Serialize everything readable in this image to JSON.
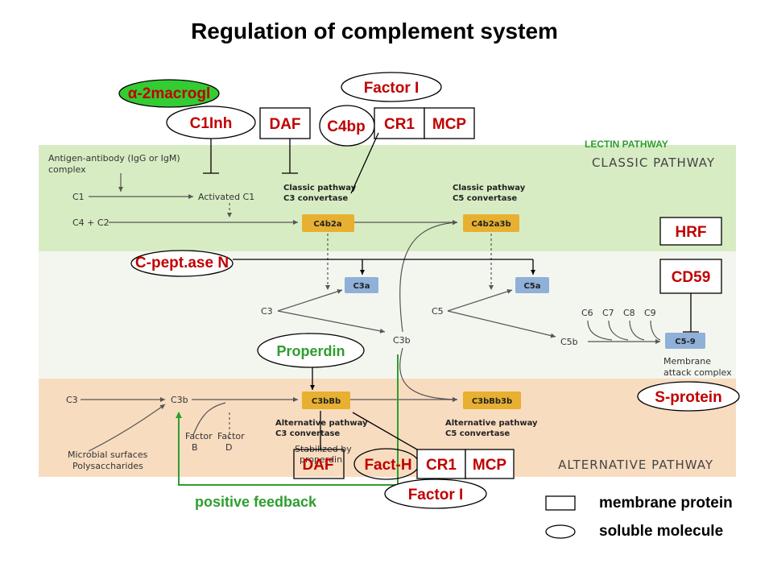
{
  "title": "Regulation of complement system",
  "colors": {
    "regulator_text": "#c00000",
    "feedback_green": "#2e9e2e",
    "classic_band": "#d8ecc4",
    "middle_band": "#f3f6ee",
    "alt_band": "#f8dcc0",
    "convertase_node": "#e8b030",
    "cleavage_node": "#8fb0d8"
  },
  "regulators": {
    "alpha2_macroglobulin": "α-2macrogl",
    "c1inh": "C1Inh",
    "daf_top": "DAF",
    "factor_i_top": "Factor I",
    "c4bp": "C4bp",
    "cr1_top": "CR1",
    "mcp_top": "MCP",
    "hrf": "HRF",
    "cd59": "CD59",
    "c_peptidase_n": "C-pept.ase N",
    "properdin": "Properdin",
    "s_protein": "S-protein",
    "daf_bottom": "DAF",
    "fact_h": "Fact-H",
    "cr1_bottom": "CR1",
    "mcp_bottom": "MCP",
    "factor_i_bottom": "Factor I",
    "lectin_pathway": "LECTIN PATHWAY",
    "positive_feedback": "positive feedback"
  },
  "legend": {
    "membrane": "membrane protein",
    "soluble": "soluble molecule"
  },
  "figure": {
    "antigen_line1": "Antigen-antibody (IgG or IgM)",
    "antigen_line2": "complex",
    "classic_pathway": "CLASSIC PATHWAY",
    "alternative_pathway": "ALTERNATIVE PATHWAY",
    "c1": "C1",
    "activated_c1": "Activated C1",
    "c4_c2": "C4 + C2",
    "classic_c3_conv_1": "Classic pathway",
    "classic_c3_conv_2": "C3 convertase",
    "classic_c5_conv_1": "Classic pathway",
    "classic_c5_conv_2": "C5 convertase",
    "c4b2a": "C4b2a",
    "c4b2a3b": "C4b2a3b",
    "c3a": "C3a",
    "c5a": "C5a",
    "c3": "C3",
    "c5": "C5",
    "c3b_mid": "C3b",
    "c5b": "C5b",
    "c6": "C6",
    "c7": "C7",
    "c8": "C8",
    "c9": "C9",
    "c5_9": "C5-9",
    "mac_1": "Membrane",
    "mac_2": "attack complex",
    "c3_alt": "C3",
    "c3b_alt": "C3b",
    "c3bbb": "C3bBb",
    "c3bbb3b": "C3bBb3b",
    "alt_c3_conv_1": "Alternative pathway",
    "alt_c3_conv_2": "C3 convertase",
    "stabilized_1": "Stabilized by",
    "stabilized_2": "properdin",
    "alt_c5_conv_1": "Alternative pathway",
    "alt_c5_conv_2": "C5 convertase",
    "factor_b_1": "Factor",
    "factor_b_2": "B",
    "factor_d_1": "Factor",
    "factor_d_2": "D",
    "microbial_1": "Microbial surfaces",
    "microbial_2": "Polysaccharides"
  }
}
